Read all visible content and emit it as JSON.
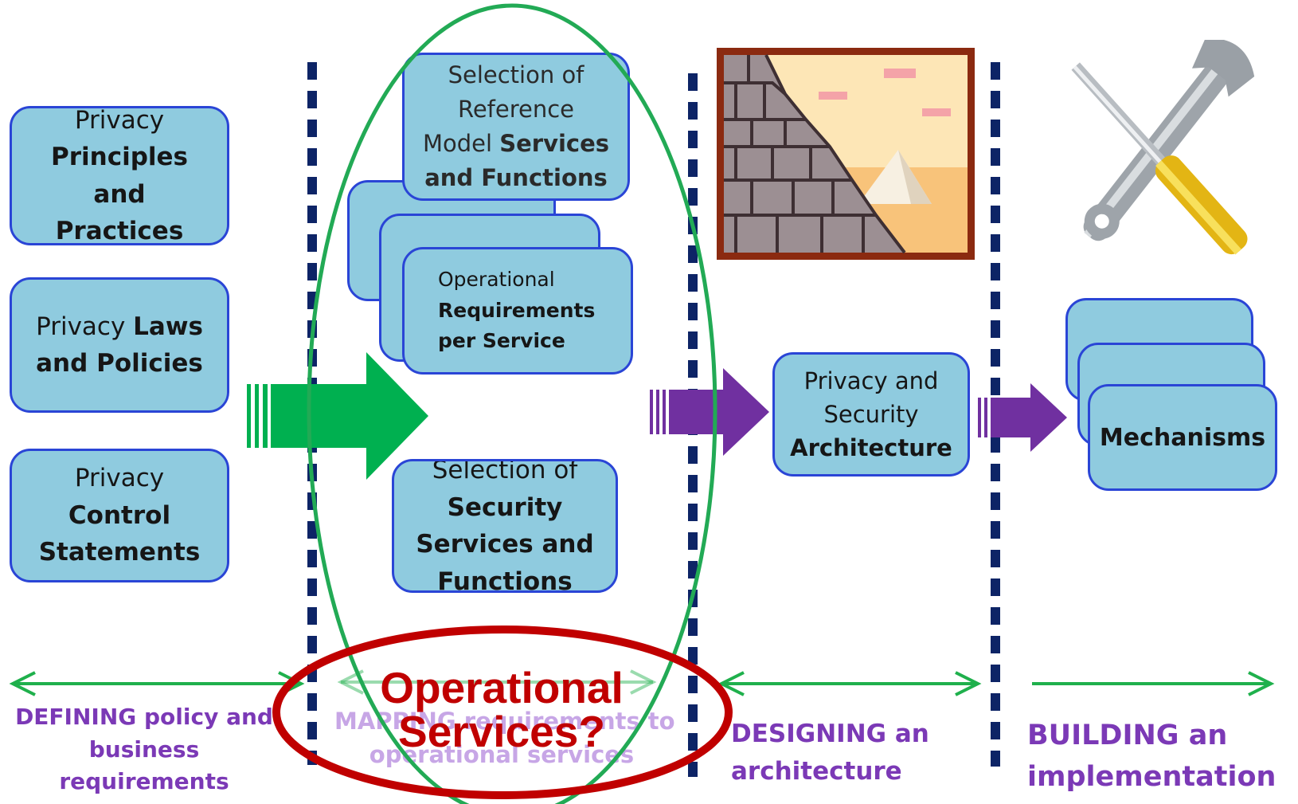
{
  "columns": {
    "defining": {
      "boxes": [
        {
          "lines": [
            {
              "text": "Privacy",
              "bold": false
            },
            {
              "text": "Principles",
              "bold": true
            },
            {
              "text": "and",
              "bold": true
            },
            {
              "text": "Practices",
              "bold": true
            }
          ]
        },
        {
          "lines": [
            {
              "parts": [
                {
                  "text": "Privacy ",
                  "bold": false
                },
                {
                  "text": "Laws",
                  "bold": true
                }
              ]
            },
            {
              "text": "and Policies",
              "bold": true
            }
          ]
        },
        {
          "lines": [
            {
              "text": "Privacy",
              "bold": false
            },
            {
              "text": "Control",
              "bold": true
            },
            {
              "text": "Statements",
              "bold": true
            }
          ]
        }
      ],
      "phase_label": [
        "DEFINING policy and",
        "business",
        "requirements"
      ]
    },
    "mapping": {
      "box_reference": {
        "lines": [
          {
            "text": "Selection of",
            "bold": false
          },
          {
            "text": "Reference",
            "bold": false
          },
          {
            "parts": [
              {
                "text": "Model ",
                "bold": false
              },
              {
                "text": "Services",
                "bold": true
              }
            ]
          },
          {
            "text": "and Functions",
            "bold": true
          }
        ]
      },
      "box_operational": {
        "lines": [
          {
            "text": "Operational",
            "bold": false
          },
          {
            "text": "Requirements",
            "bold": true
          },
          {
            "text": "per Service",
            "bold": true
          }
        ]
      },
      "box_security": {
        "lines": [
          {
            "text": "Selection of",
            "bold": false
          },
          {
            "text": "Security",
            "bold": true
          },
          {
            "text": "Services and",
            "bold": true
          },
          {
            "text": "Functions",
            "bold": true
          }
        ]
      },
      "phase_label": [
        "MAPPING requirements to",
        "operational services"
      ]
    },
    "designing": {
      "box": {
        "lines": [
          {
            "text": "Privacy and",
            "bold": false
          },
          {
            "text": "Security",
            "bold": false
          },
          {
            "text": "Architecture",
            "bold": true
          }
        ]
      },
      "phase_label": [
        "DESIGNING an",
        "architecture"
      ]
    },
    "building": {
      "box": {
        "lines": [
          {
            "text": "Mechanisms",
            "bold": true
          }
        ]
      },
      "phase_label": [
        "BUILDING an",
        "implementation"
      ]
    }
  },
  "callout": {
    "lines": [
      "Operational",
      "Services?"
    ]
  },
  "icons": [
    "pyramid-blocks-icon",
    "wrench-screwdriver-icon"
  ],
  "colors": {
    "box_fill": "#8fcbdf",
    "box_border": "#2a45d6",
    "green_arrow": "#00b050",
    "purple_arrow": "#7030a0",
    "phase_text": "#7b39b6",
    "divider": "#0d2466",
    "ellipse_green": "#22aa55",
    "callout_red": "#c00000"
  }
}
